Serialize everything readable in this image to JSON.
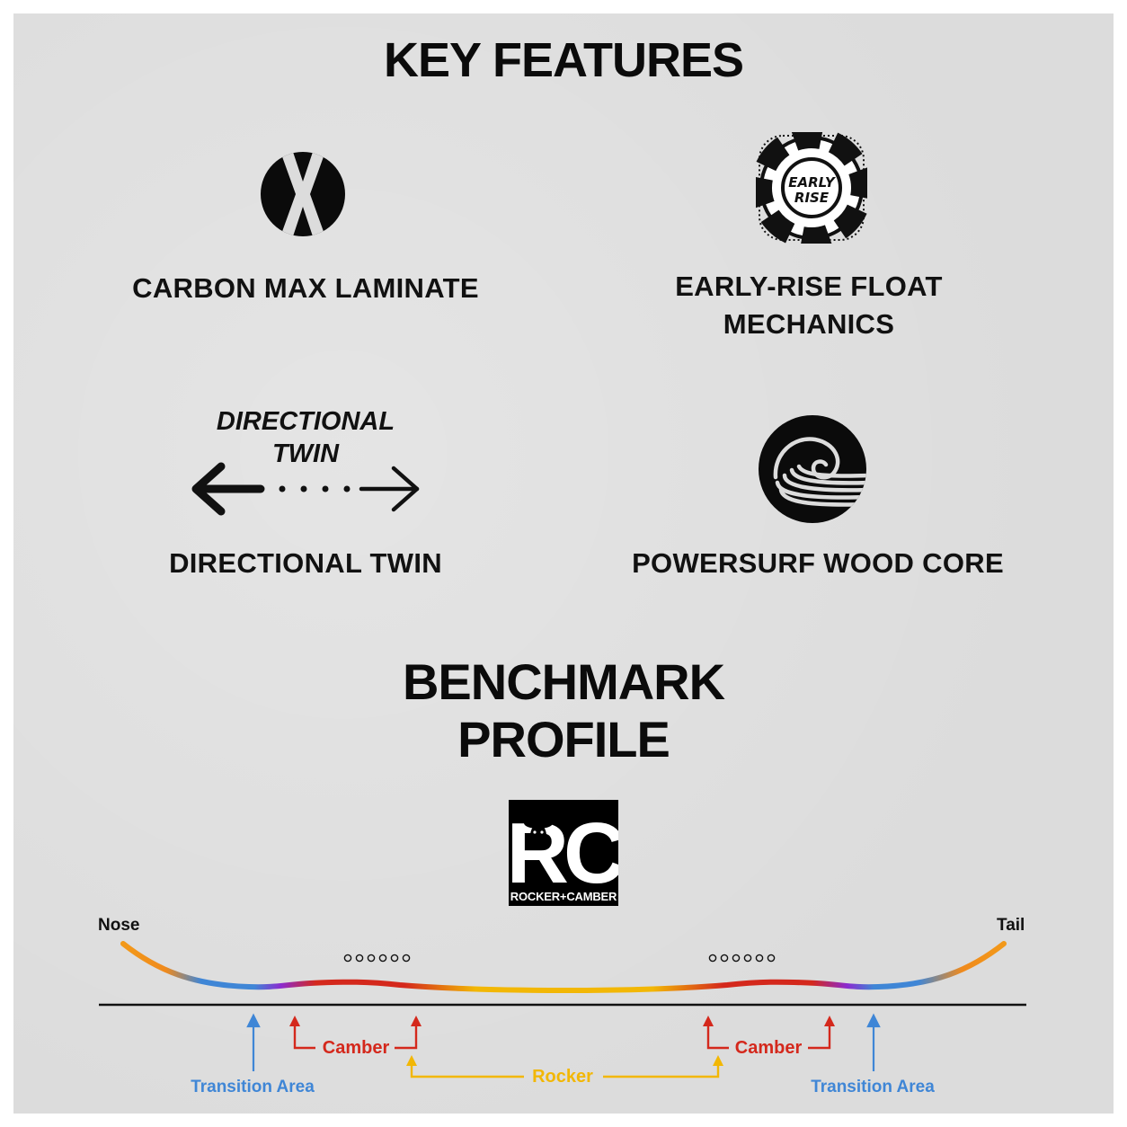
{
  "titles": {
    "key_features": "KEY FEATURES",
    "benchmark_line1": "BENCHMARK",
    "benchmark_line2": "PROFILE"
  },
  "features": {
    "carbon": {
      "label": "CARBON MAX LAMINATE",
      "icon": "x-circle-icon"
    },
    "early_rise": {
      "label_line1": "EARLY-RISE FLOAT",
      "label_line2": "MECHANICS",
      "icon": "life-ring-icon",
      "icon_text_line1": "EARLY",
      "icon_text_line2": "RISE"
    },
    "directional": {
      "label": "DIRECTIONAL TWIN",
      "icon": "double-arrow-icon",
      "icon_text_line1": "DIRECTIONAL",
      "icon_text_line2": "TWIN"
    },
    "powersurf": {
      "label": "POWERSURF WOOD CORE",
      "icon": "wave-circle-icon"
    }
  },
  "profile": {
    "logo_letters": "RC",
    "logo_subtitle": "ROCKER+CAMBER",
    "nose": "Nose",
    "tail": "Tail",
    "camber": "Camber",
    "rocker": "Rocker",
    "transition": "Transition Area"
  },
  "colors": {
    "background": "#dcdcdc",
    "ink": "#111111",
    "camber_red": "#d4281c",
    "rocker_yellow": "#f2b705",
    "transition_blue": "#3f86d6",
    "profile_orange": "#f08a1c",
    "profile_purple": "#8b2bd0"
  }
}
